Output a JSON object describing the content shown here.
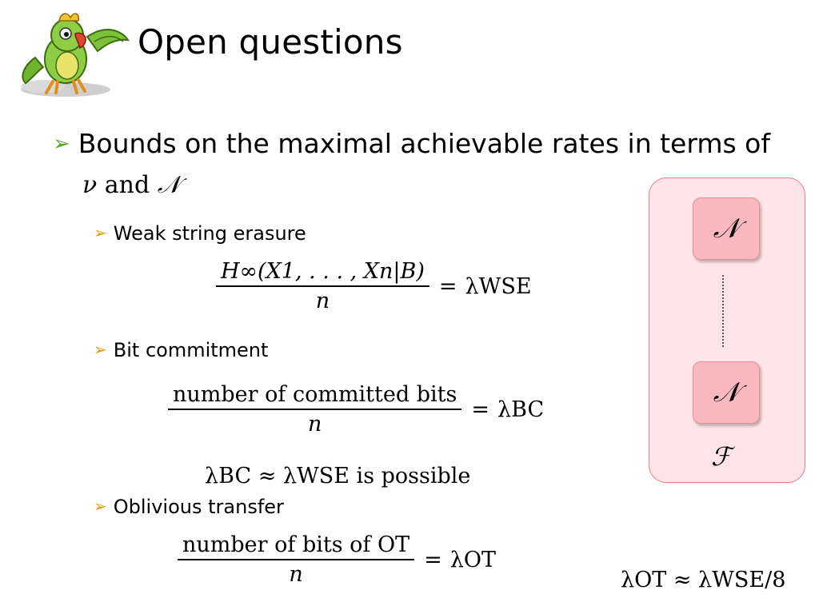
{
  "slide": {
    "title": "Open questions",
    "bullets": [
      {
        "text": "Bounds on the maximal achievable rates in terms of",
        "math": [
          "ν",
          "and",
          "𝒩"
        ]
      }
    ],
    "subbullets": [
      {
        "label": "Weak string erasure",
        "equation": {
          "numerator": "H∞(X1, . . . , Xn|B)",
          "denominator": "n",
          "rhs": "λWSE"
        }
      },
      {
        "label": "Bit commitment",
        "equation": {
          "numerator": "number of committed bits",
          "denominator": "n",
          "rhs": "λBC"
        },
        "note": "λBC ≈ λWSE is possible"
      },
      {
        "label": "Oblivious transfer",
        "equation": {
          "numerator": "number of bits of OT",
          "denominator": "n",
          "rhs": "λOT"
        },
        "note": "λOT ≈ λWSE/8"
      }
    ]
  },
  "diagram": {
    "top_box": "𝒩",
    "bottom_box": "𝒩",
    "caption": "ℱ"
  },
  "colors": {
    "bullet_green": "#5aa42b",
    "bullet_orange": "#e39b12",
    "panel_fill": "#ffe5e8",
    "box_fill": "#f9b9bf"
  },
  "icons": {
    "logo": "parrot-icon",
    "bullet_level1": "arrowhead-right-icon",
    "bullet_level2": "arrowhead-right-icon"
  }
}
